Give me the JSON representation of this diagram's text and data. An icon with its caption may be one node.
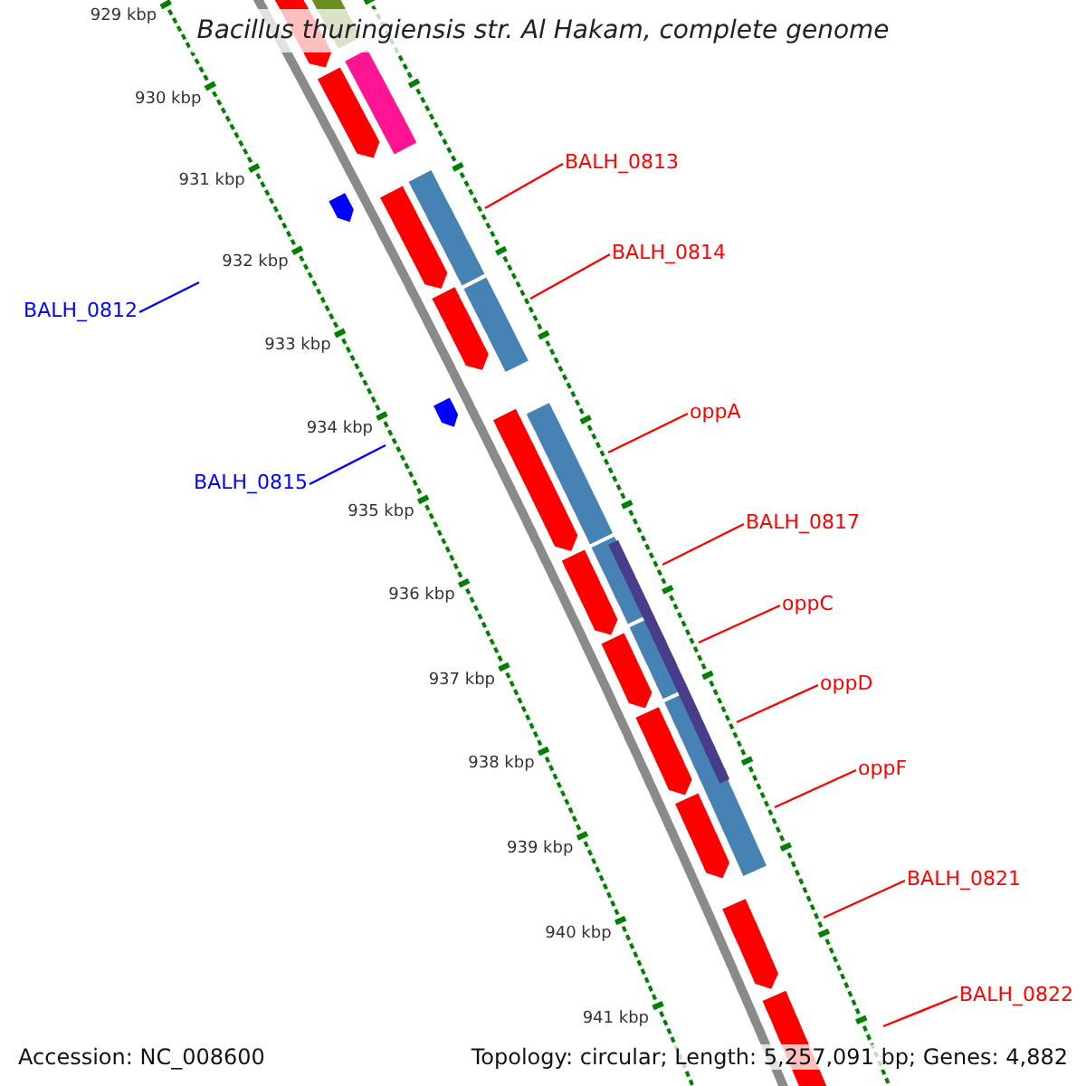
{
  "diagram": {
    "title": "Bacillus thuringiensis str. Al Hakam, complete genome",
    "nodes": [
      {
        "text": [
          "BALH_0813"
        ]
      },
      {
        "text": [
          "BALH_0814"
        ]
      },
      {
        "text": [
          "BALH_0812"
        ]
      },
      {
        "text": [
          "oppA"
        ]
      },
      {
        "text": [
          "BALH_0815"
        ]
      },
      {
        "text": [
          "BALH_0817"
        ]
      },
      {
        "text": [
          "oppC"
        ]
      },
      {
        "text": [
          "oppD"
        ]
      },
      {
        "text": [
          "oppF"
        ]
      },
      {
        "text": [
          "BALH_0821"
        ]
      },
      {
        "text": [
          "BALH_0822"
        ]
      }
    ],
    "edges": [
      {
        "from": 0,
        "to": null,
        "arrow": "none"
      },
      {
        "from": 1,
        "to": null,
        "arrow": "none"
      },
      {
        "from": 2,
        "to": null,
        "arrow": "none",
        "color": "#0000ff"
      },
      {
        "from": 3,
        "to": null,
        "arrow": "none"
      },
      {
        "from": 4,
        "to": null,
        "arrow": "none",
        "color": "#0000ff"
      },
      {
        "from": 5,
        "to": null,
        "arrow": "none"
      },
      {
        "from": 6,
        "to": null,
        "arrow": "none"
      },
      {
        "from": 7,
        "to": null,
        "arrow": "none"
      },
      {
        "from": 8,
        "to": null,
        "arrow": "none"
      },
      {
        "from": 9,
        "to": null,
        "arrow": "none"
      },
      {
        "from": 10,
        "to": null,
        "arrow": "none"
      }
    ],
    "labels": [
      "929 kbp",
      "930 kbp",
      "931 kbp",
      "932 kbp",
      "933 kbp",
      "934 kbp",
      "935 kbp",
      "936 kbp",
      "937 kbp",
      "938 kbp",
      "939 kbp",
      "940 kbp",
      "941 kbp",
      "Accession: NC_008600",
      "Topology: circular; Length: 5,257,091 bp; Genes: 4,882"
    ]
  }
}
